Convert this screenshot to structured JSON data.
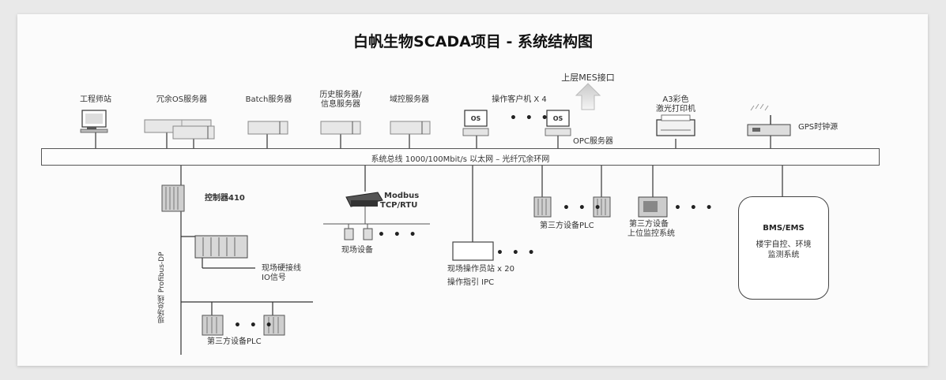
{
  "title": "白帆生物SCADA项目 - 系统结构图",
  "stations": [
    {
      "label": "工程师站"
    },
    {
      "label": "冗余OS服务器"
    },
    {
      "label": "Batch服务器"
    },
    {
      "label_line1": "历史服务器/",
      "label_line2": "信息服务器"
    },
    {
      "label": "域控服务器"
    },
    {
      "label": "操作客户机 X 4"
    }
  ],
  "mes_label": "上层MES接口",
  "opc_label": "OPC服务器",
  "printer": {
    "line1": "A3彩色",
    "line2": "激光打印机"
  },
  "gps_label": "GPS时钟源",
  "os_text": "OS",
  "dots": "• • •",
  "bus_label": "系统总线    1000/100Mbit/s 以太网 – 光纤冗余环网",
  "controller_label": "控制器410",
  "modbus": {
    "line1": "Modbus",
    "line2": "TCP/RTU"
  },
  "field_devices_label": "现场设备",
  "hardwired": {
    "line1": "现场硬接线",
    "line2": "IO信号"
  },
  "profibus_label": "现场总线 Profibus-DP",
  "plc_label_bottom": "第三方设备PLC",
  "operator_panel": {
    "line1": "现场操作员站 x 20",
    "line2": "操作指引 IPC"
  },
  "plc_label_mid": "第三方设备PLC",
  "third_party": {
    "line1": "第三方设备",
    "line2": "上位监控系统"
  },
  "bms": {
    "title": "BMS/EMS",
    "line1": "楼宇自控、环境",
    "line2": "监测系统"
  }
}
